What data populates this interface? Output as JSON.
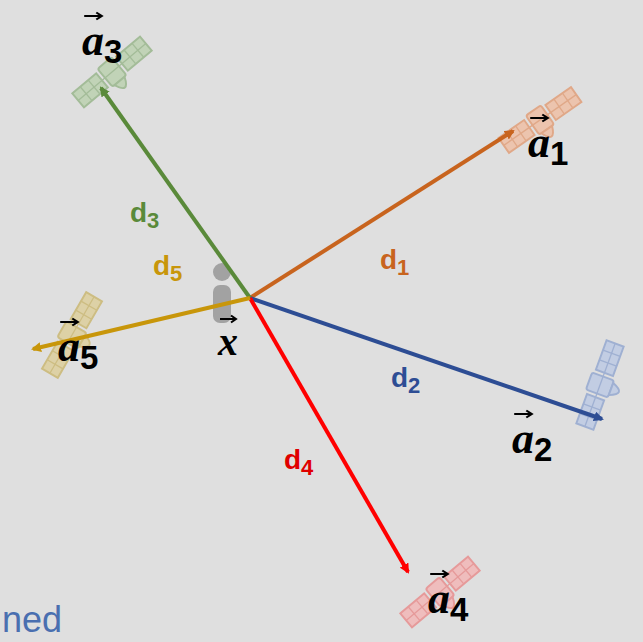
{
  "diagram": {
    "labels": [
      "a3",
      "a1",
      "d3",
      "d1",
      "d5",
      "x",
      "a5",
      "d2",
      "a2",
      "d4",
      "a4",
      "ned"
    ]
  }
}
